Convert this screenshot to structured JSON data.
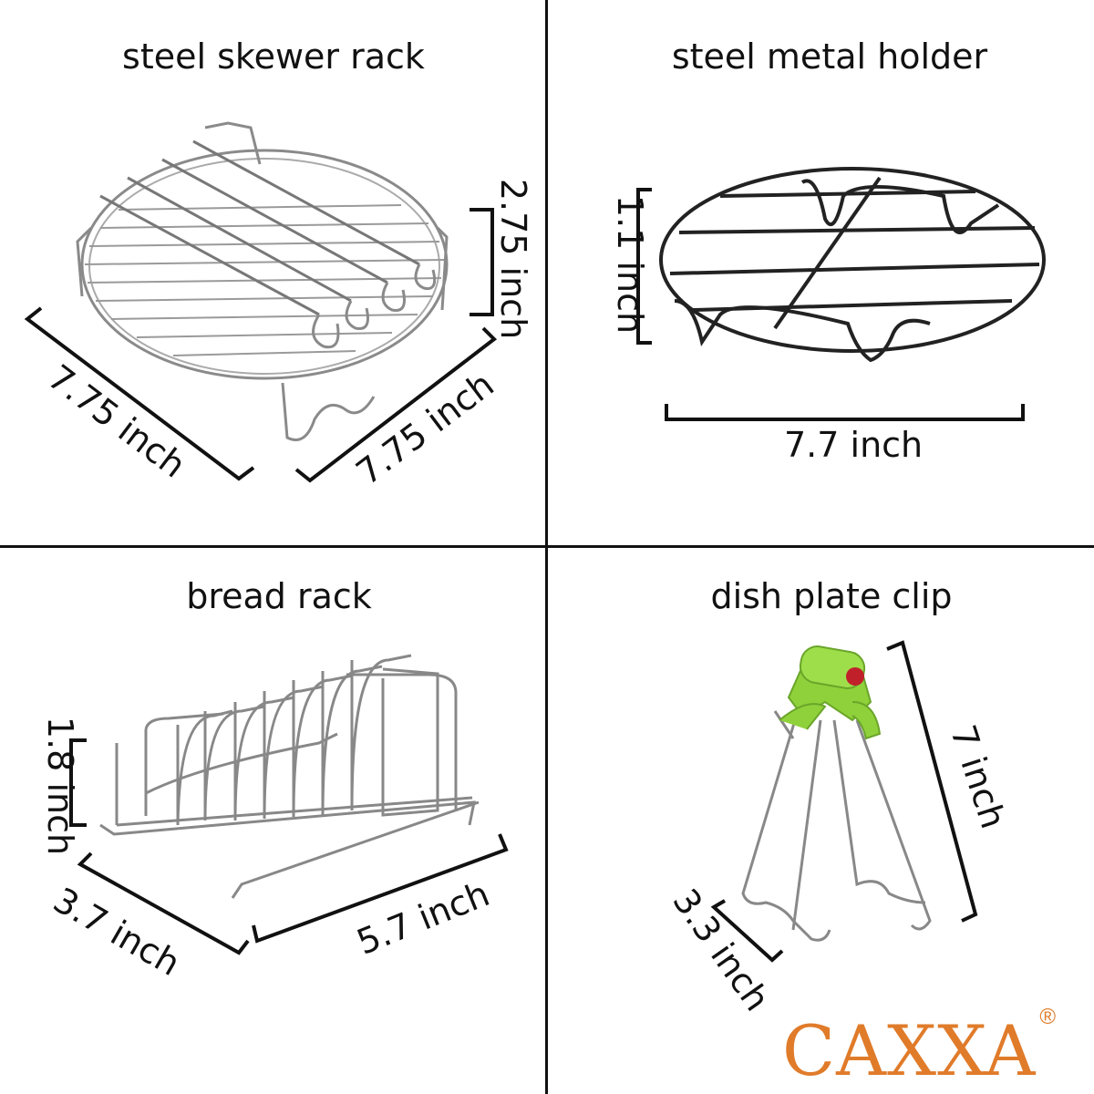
{
  "panels": {
    "skewer_rack": {
      "title": "steel skewer rack",
      "dims": {
        "height": "2.75 inch",
        "depth": "7.75 inch",
        "width": "7.75 inch"
      }
    },
    "metal_holder": {
      "title": "steel metal holder",
      "dims": {
        "height": "1.1 inch",
        "width": "7.7 inch"
      }
    },
    "bread_rack": {
      "title": "bread rack",
      "dims": {
        "height": "1.8 inch",
        "depth": "3.7 inch",
        "width": "5.7 inch"
      }
    },
    "plate_clip": {
      "title": "dish plate clip",
      "dims": {
        "length": "7 inch",
        "width": "3.3 inch"
      }
    }
  },
  "brand": {
    "name": "CAXXA",
    "mark": "®",
    "color": "#e07b2a"
  },
  "colors": {
    "wire": "#8a8a8a",
    "clip_handle": "#8fd13a",
    "clip_button": "#c0202a"
  }
}
